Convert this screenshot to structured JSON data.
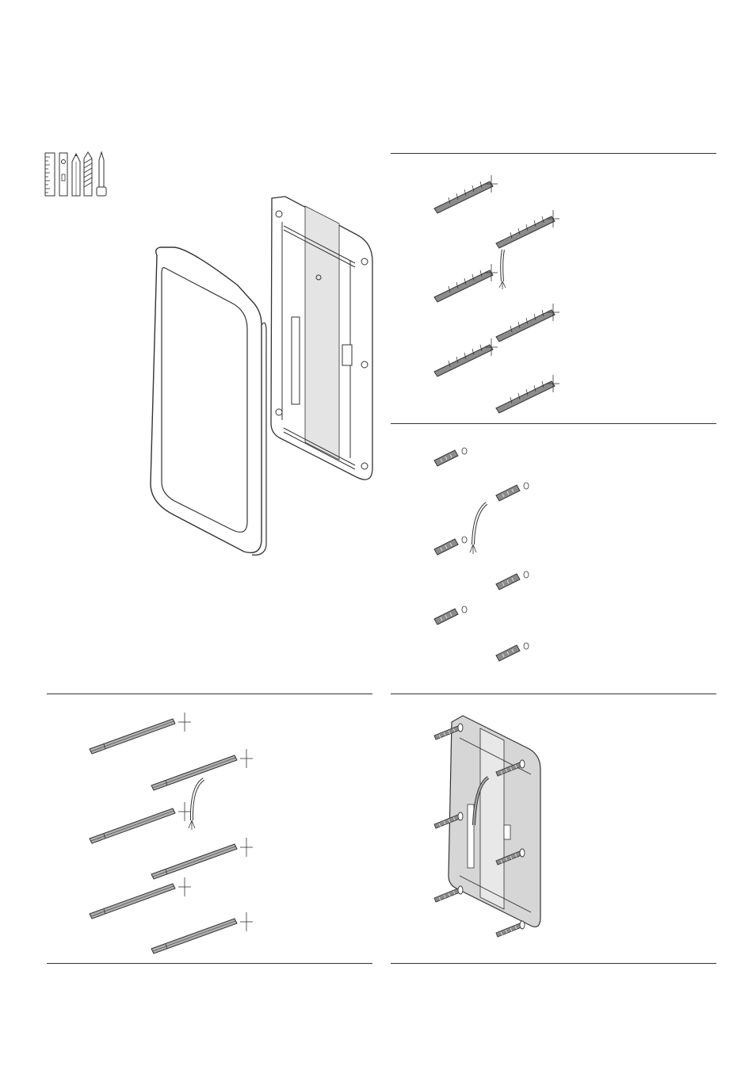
{
  "page": {
    "colors": {
      "ink": "#333333",
      "fill": "#ffffff",
      "shade": "#d6d6d6",
      "bit": "#8c8c8c"
    },
    "panels": [
      {
        "id": "overview",
        "icons": [
          "ruler-icon",
          "spirit-level-icon",
          "pencil-icon",
          "drill-bit-icon",
          "screwdriver-icon"
        ]
      },
      {
        "id": "step-drill",
        "holes_with_drill": 6,
        "has_cable": true
      },
      {
        "id": "step-plugs",
        "plugs": 6,
        "has_cable": true
      },
      {
        "id": "step-mark",
        "pencil_marks": 6,
        "has_cable": true
      },
      {
        "id": "step-mount",
        "screws": 6,
        "has_cable": true
      }
    ]
  }
}
